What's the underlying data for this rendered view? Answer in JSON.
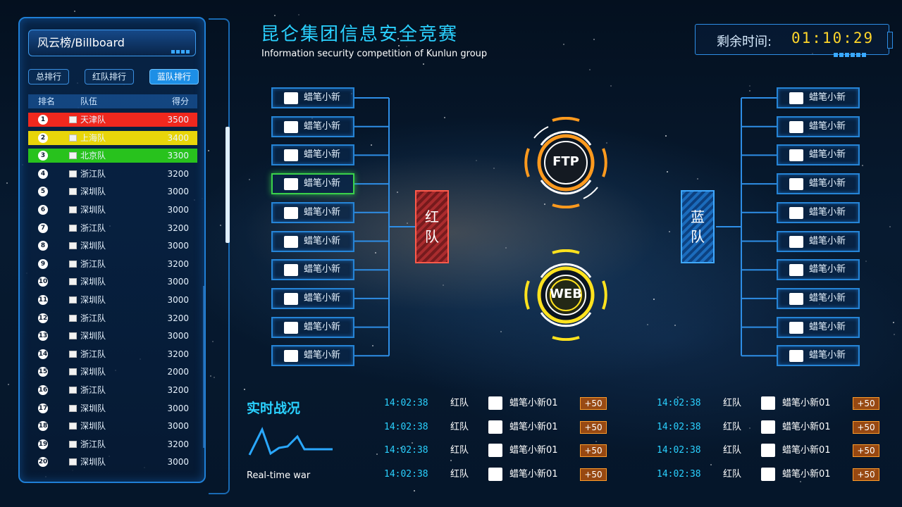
{
  "header": {
    "title": "昆仑集团信息安全竞赛",
    "subtitle": "Information security competition of Kunlun group"
  },
  "timer": {
    "label": "剩余时间:",
    "value": "01:10:29"
  },
  "billboard": {
    "title": "风云榜/Billboard",
    "tabs": [
      "总排行",
      "红队排行",
      "蓝队排行"
    ],
    "active_tab": "蓝队排行",
    "columns": [
      "排名",
      "队伍",
      "得分"
    ],
    "rows": [
      {
        "rank": "1",
        "team": "天津队",
        "score": "3500"
      },
      {
        "rank": "2",
        "team": "上海队",
        "score": "3400"
      },
      {
        "rank": "3",
        "team": "北京队",
        "score": "3300"
      },
      {
        "rank": "4",
        "team": "浙江队",
        "score": "3200"
      },
      {
        "rank": "5",
        "team": "深圳队",
        "score": "3000"
      },
      {
        "rank": "6",
        "team": "深圳队",
        "score": "3000"
      },
      {
        "rank": "7",
        "team": "浙江队",
        "score": "3200"
      },
      {
        "rank": "8",
        "team": "深圳队",
        "score": "3000"
      },
      {
        "rank": "9",
        "team": "浙江队",
        "score": "3200"
      },
      {
        "rank": "10",
        "team": "深圳队",
        "score": "3000"
      },
      {
        "rank": "11",
        "team": "深圳队",
        "score": "3000"
      },
      {
        "rank": "12",
        "team": "浙江队",
        "score": "3200"
      },
      {
        "rank": "13",
        "team": "深圳队",
        "score": "3000"
      },
      {
        "rank": "14",
        "team": "浙江队",
        "score": "3200"
      },
      {
        "rank": "15",
        "team": "深圳队",
        "score": "2000"
      },
      {
        "rank": "16",
        "team": "浙江队",
        "score": "3200"
      },
      {
        "rank": "17",
        "team": "深圳队",
        "score": "3000"
      },
      {
        "rank": "18",
        "team": "深圳队",
        "score": "3000"
      },
      {
        "rank": "19",
        "team": "浙江队",
        "score": "3200"
      },
      {
        "rank": "20",
        "team": "深圳队",
        "score": "3000"
      }
    ]
  },
  "bracket": {
    "red_team": {
      "label": "红队",
      "players": [
        "蜡笔小新",
        "蜡笔小新",
        "蜡笔小新",
        "蜡笔小新",
        "蜡笔小新",
        "蜡笔小新",
        "蜡笔小新",
        "蜡笔小新",
        "蜡笔小新",
        "蜡笔小新"
      ],
      "highlighted_index": 3
    },
    "blue_team": {
      "label": "蓝队",
      "players": [
        "蜡笔小新",
        "蜡笔小新",
        "蜡笔小新",
        "蜡笔小新",
        "蜡笔小新",
        "蜡笔小新",
        "蜡笔小新",
        "蜡笔小新",
        "蜡笔小新",
        "蜡笔小新"
      ]
    },
    "badges": [
      {
        "label": "FTP",
        "color": "#ff9a1e"
      },
      {
        "label": "WEB",
        "color": "#ffe21e"
      }
    ]
  },
  "realtime": {
    "title": "实时战况",
    "subtitle": "Real-time war",
    "feed_left": [
      {
        "time": "14:02:38",
        "team": "红队",
        "player": "蜡笔小新01",
        "points": "+50"
      },
      {
        "time": "14:02:38",
        "team": "红队",
        "player": "蜡笔小新01",
        "points": "+50"
      },
      {
        "time": "14:02:38",
        "team": "红队",
        "player": "蜡笔小新01",
        "points": "+50"
      },
      {
        "time": "14:02:38",
        "team": "红队",
        "player": "蜡笔小新01",
        "points": "+50"
      }
    ],
    "feed_right": [
      {
        "time": "14:02:38",
        "team": "红队",
        "player": "蜡笔小新01",
        "points": "+50"
      },
      {
        "time": "14:02:38",
        "team": "红队",
        "player": "蜡笔小新01",
        "points": "+50"
      },
      {
        "time": "14:02:38",
        "team": "红队",
        "player": "蜡笔小新01",
        "points": "+50"
      },
      {
        "time": "14:02:38",
        "team": "红队",
        "player": "蜡笔小新01",
        "points": "+50"
      }
    ]
  },
  "colors": {
    "accent": "#2ad1ff",
    "gold_row": "#f0281e",
    "silver_row": "#e8d50a",
    "bronze_row": "#28c21d",
    "timer_digits": "#ffd52a"
  }
}
